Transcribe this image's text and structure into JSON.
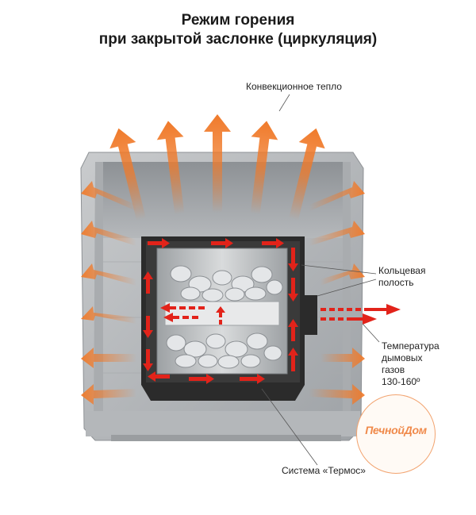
{
  "title": {
    "line1": "Режим горения",
    "line2": "при закрытой заслонке (циркуляция)"
  },
  "labels": {
    "convection": "Конвекционное тепло",
    "ring_line1": "Кольцевая",
    "ring_line2": "полость",
    "temp_line1": "Температура",
    "temp_line2": "дымовых",
    "temp_line3": "газов",
    "temp_line4": "130-160º",
    "termos": "Система «Термос»"
  },
  "logo": {
    "text": "ПечнойДом"
  },
  "colors": {
    "heat_arrow": "#f07a2a",
    "gas_arrow": "#e2231a",
    "stone": "#b9bcbf",
    "steel": "#2b2b2b"
  }
}
